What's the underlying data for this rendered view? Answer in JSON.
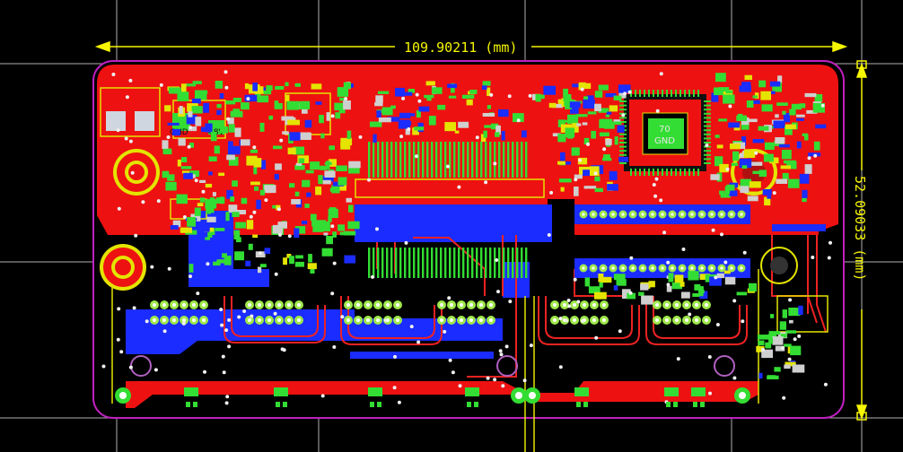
{
  "dimensions": {
    "width_label": "109.90211 (mm)",
    "height_label": "52.09033 (mm)"
  },
  "labels": {
    "gnd": "GND",
    "v48": "48V",
    "ic_num": "70",
    "ic_gnd": "GND"
  },
  "colors": {
    "background": "#000000",
    "board_fill": "#ee1111",
    "bottom_copper": "#1a2cff",
    "pad": "#33dd33",
    "silkscreen": "#e4e400",
    "outline": "#c020c0",
    "dimension": "#f6f600",
    "grid": "#cfcfcf"
  }
}
